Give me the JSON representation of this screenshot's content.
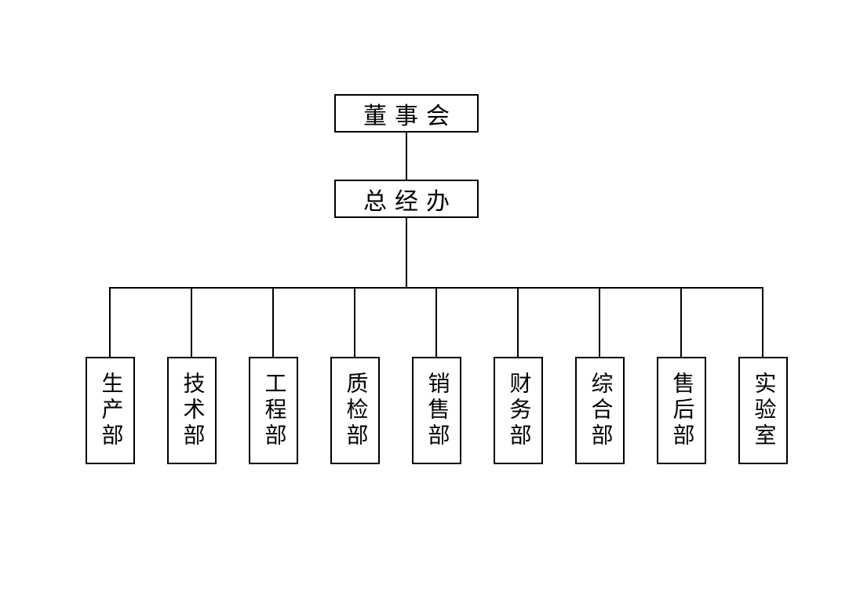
{
  "org_chart": {
    "type": "org-chart",
    "root": {
      "label": "董事会"
    },
    "manager": {
      "label": "总经办"
    },
    "departments": [
      {
        "label": "生产部"
      },
      {
        "label": "技术部"
      },
      {
        "label": "工程部"
      },
      {
        "label": "质检部"
      },
      {
        "label": "销售部"
      },
      {
        "label": "财务部"
      },
      {
        "label": "综合部"
      },
      {
        "label": "售后部"
      },
      {
        "label": "实验室"
      }
    ]
  },
  "colors": {
    "background": "#ffffff",
    "line": "#000000",
    "box_border": "#000000",
    "text": "#000000"
  }
}
